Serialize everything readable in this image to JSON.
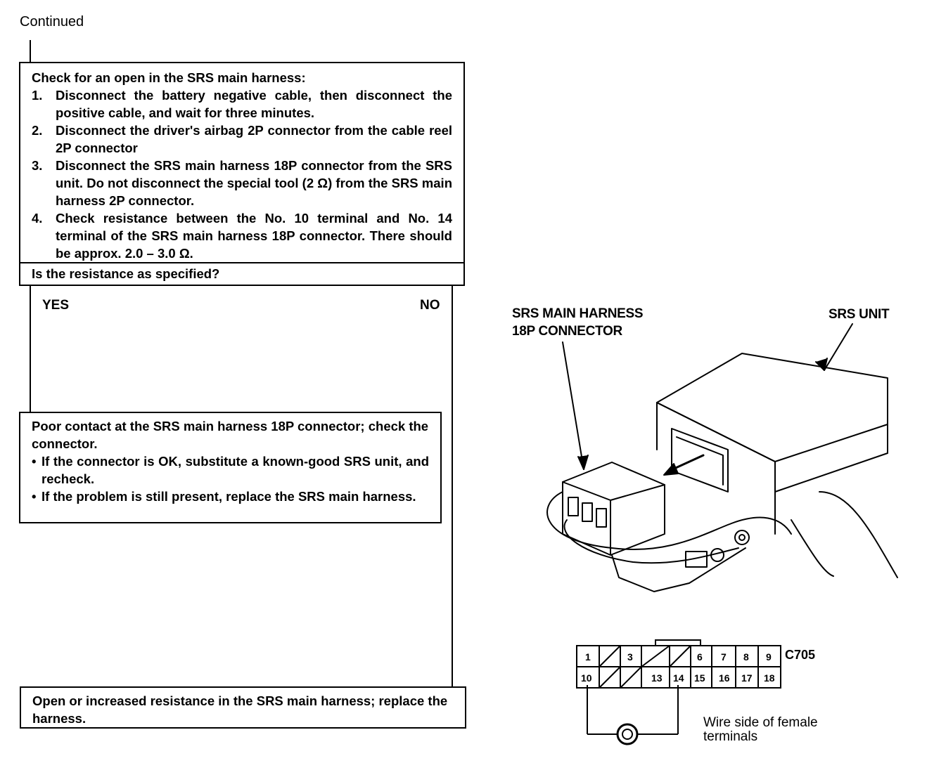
{
  "continued_label": "Continued",
  "check_box": {
    "heading": "Check for an open in the SRS main harness:",
    "steps": [
      {
        "num": "1.",
        "text": "Disconnect the battery negative cable, then disconnect the positive cable, and wait for three minutes."
      },
      {
        "num": "2.",
        "text": "Disconnect the driver's airbag 2P connector from the cable reel 2P connector"
      },
      {
        "num": "3.",
        "text": "Disconnect the SRS main harness 18P connector from the SRS unit. Do not disconnect the special tool (2 Ω) from the SRS main harness 2P connector."
      },
      {
        "num": "4.",
        "text": "Check resistance between the No. 10 terminal and No. 14 terminal of the SRS main harness 18P connector. There should be approx. 2.0 – 3.0 Ω."
      }
    ]
  },
  "question": "Is the resistance as specified?",
  "yes_label": "YES",
  "no_label": "NO",
  "yes_box": {
    "line1": "Poor contact at the SRS main harness 18P connector; check the connector.",
    "bullets": [
      "If the connector is OK, substitute a known-good SRS unit, and recheck.",
      "If the problem is still present, replace the SRS main harness."
    ]
  },
  "no_box": {
    "text": "Open or increased resistance in the SRS main harness; replace the harness."
  },
  "diagram": {
    "harness_label_line1": "SRS MAIN HARNESS",
    "harness_label_line2": "18P CONNECTOR",
    "unit_label": "SRS UNIT",
    "connector_id": "C705",
    "wire_side_line1": "Wire side of female",
    "wire_side_line2": "terminals",
    "terminals_top": [
      "1",
      "3",
      "6",
      "7",
      "8",
      "9"
    ],
    "terminals_bottom": [
      "10",
      "13",
      "14",
      "15",
      "16",
      "17",
      "18"
    ]
  }
}
